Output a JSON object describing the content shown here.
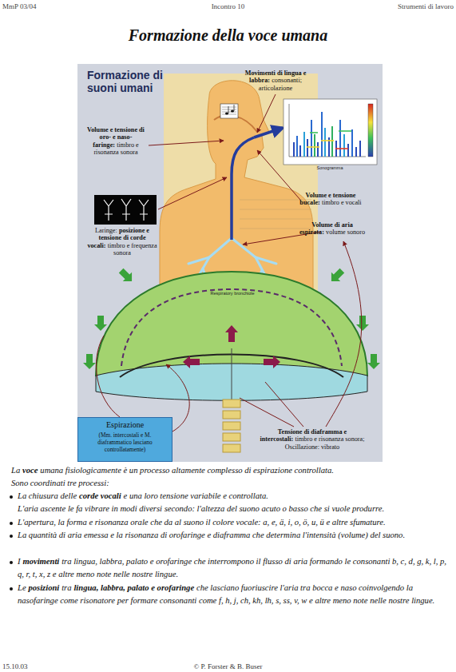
{
  "diagram": {
    "title": "Formazione della voce umana",
    "nodes": [
      {
        "text": [
          "Formazione di suoni umani"
        ]
      },
      {
        "text": [
          "Espirazione",
          "(Mm. intercostali e M. diaframmatico lasciano controllatamente)"
        ],
        "in": 0
      }
    ],
    "labels": [
      "MmP 03/04",
      "Incontro 10",
      "Strumenti di lavoro",
      "Movimenti di lingua e labbra:",
      "consonanti; articolazione",
      "Volume e tensione di oro- e naso-faringe:",
      "timbro e risonanza sonora",
      "Sonogramma",
      "Volume e tensione bucale:",
      "timbro e vocali",
      "Volume di aria espirata:",
      "volume sonoro",
      "Laringe:",
      "posizione e tensione di corde vocali:",
      "timbro e frequenza sonora",
      "Respiratory bronchiole",
      "Tensione di diaframma e intercostali:",
      "timbro e risonanza sonora; Oscillazione: vibrato",
      "La",
      "voce",
      "umana fisiologicamente è un processo altamente complesso di espirazione controllata.",
      "Sono coordinati tre processi:",
      "La chiusura delle",
      "corde vocali",
      "e una loro tensione variabile e controllata.",
      "L'aria ascente le fa vibrare in modi diversi secondo: l'altezza del suono acuto o basso che si vuole produrre.",
      "L'apertura, la forma e risonanza orale che da al suono il colore vocale: a, e, ä, i, o, ö, u, ü e altre sfumature.",
      "La quantità di aria emessa e la risonanza di orofaringe e diaframma che determina l'intensità (volume) del suono.",
      "I",
      "movimenti",
      "tra lingua, labbra, palato e orofaringe che interrompono il flusso di aria formando le consonanti b, c, d, g, k, l, p, q, r, t, x, z e altre meno note nelle nostre lingue.",
      "Le",
      "posizioni",
      "tra",
      "lingua, labbra, palato e orofaringe",
      "che lasciano fuoriuscire l'aria tra bocca e naso coinvolgendo la nasofaringe come risonatore per formare consonanti come f, h, j, ch, kh, lh, s, ss, v, w e altre meno note nelle nostre lingue.",
      "15.10.03",
      "© P. Forster & B. Buser"
    ]
  }
}
